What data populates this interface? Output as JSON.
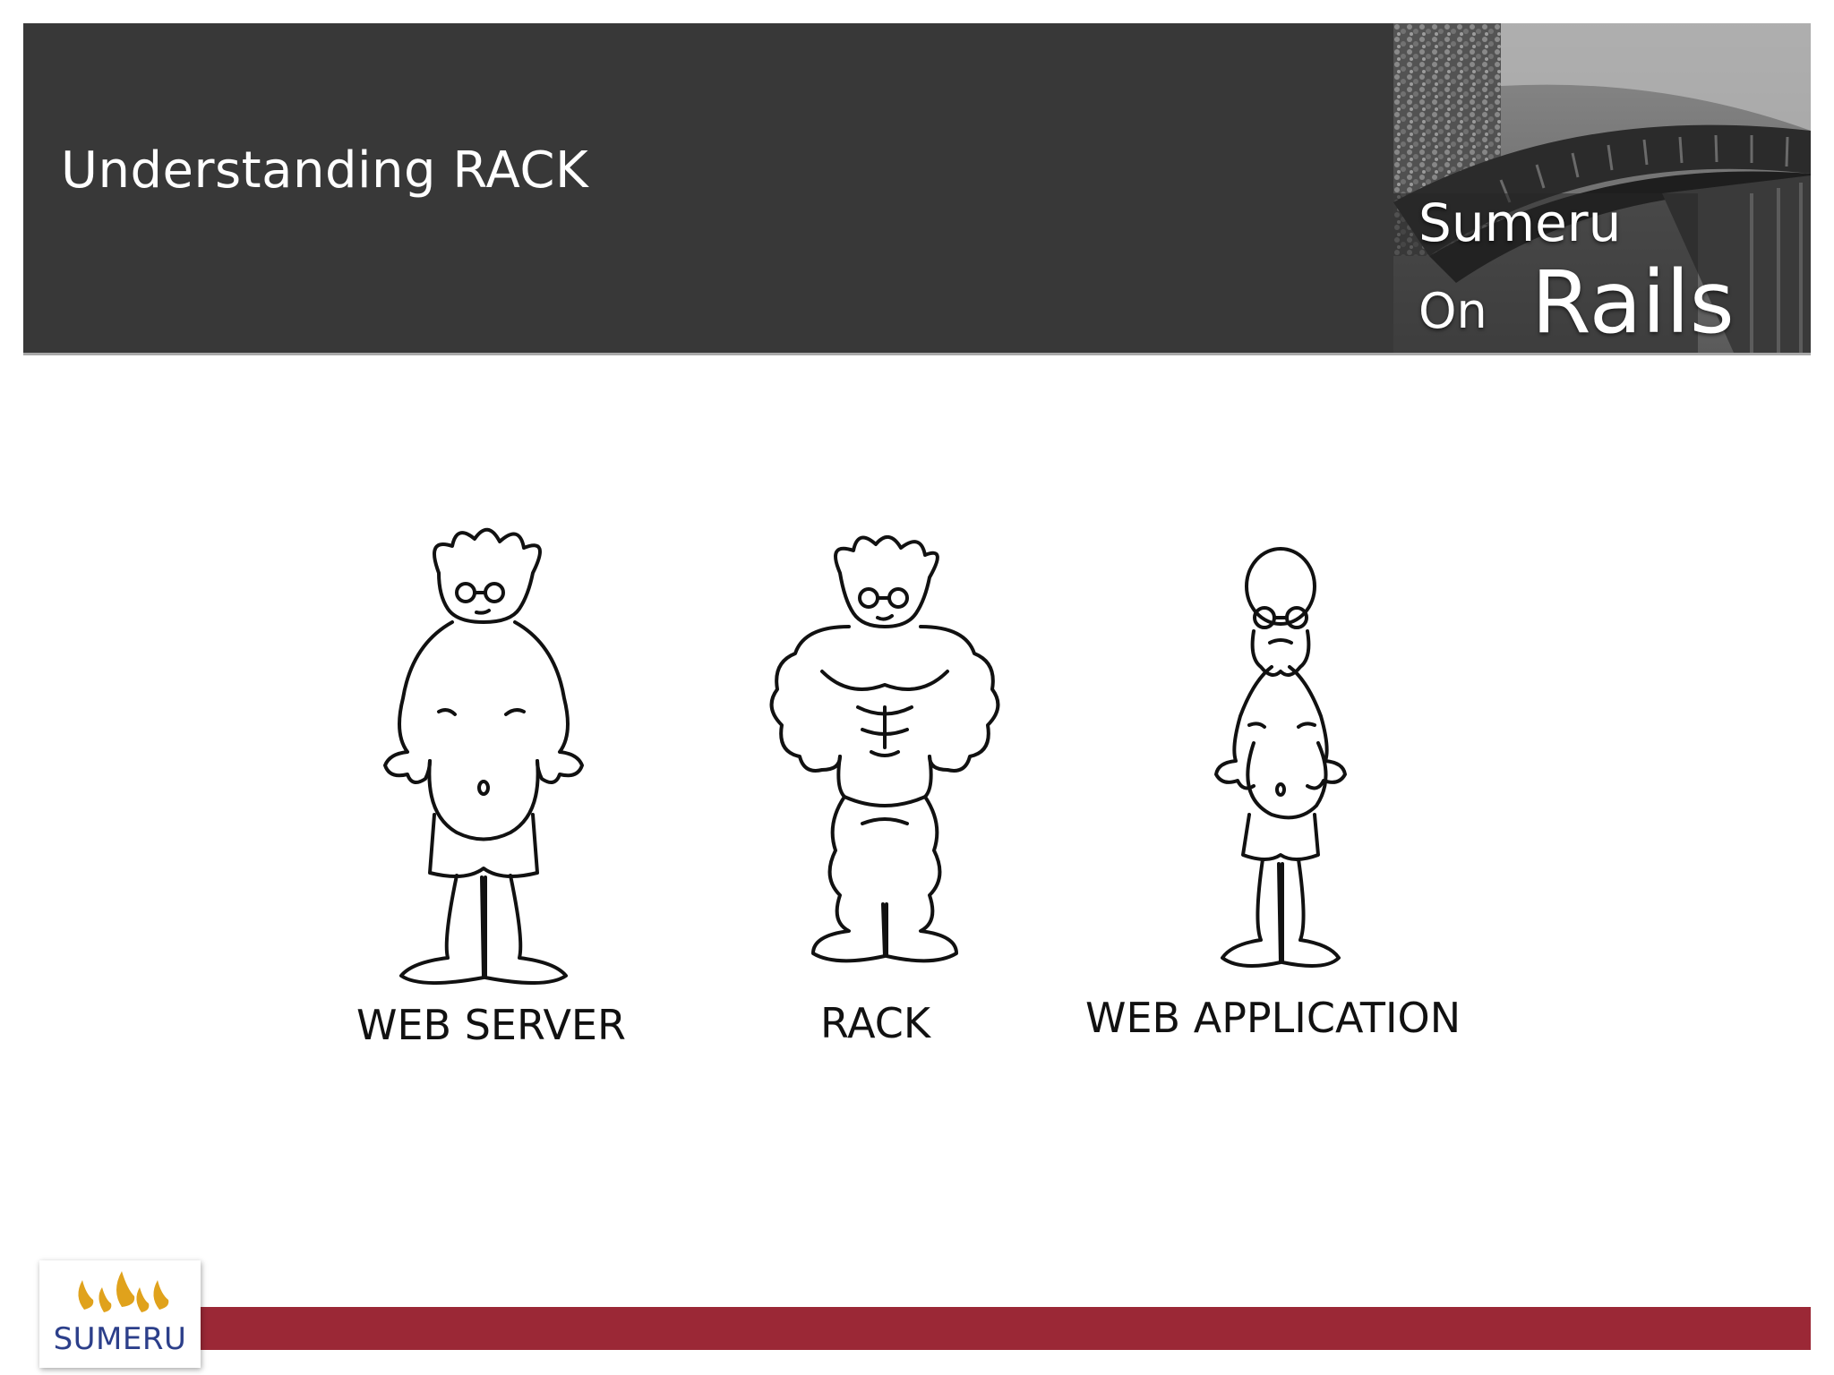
{
  "slide": {
    "title": "Understanding RACK"
  },
  "brand": {
    "line1": "Sumeru",
    "line2_small": "On",
    "line2_large": "Rails"
  },
  "figures": [
    {
      "caption": "WEB SERVER",
      "icon": "chubby-man-icon"
    },
    {
      "caption": "RACK",
      "icon": "muscular-man-icon"
    },
    {
      "caption": "WEB APPLICATION",
      "icon": "bald-bearded-man-icon"
    }
  ],
  "footer": {
    "logo_text": "SUMERU",
    "logo_icon": "flame-drops-icon",
    "bar_color": "#9b2836",
    "logo_text_color": "#2c3f8a"
  },
  "colors": {
    "header_bg": "#383838",
    "title_text": "#ffffff"
  }
}
